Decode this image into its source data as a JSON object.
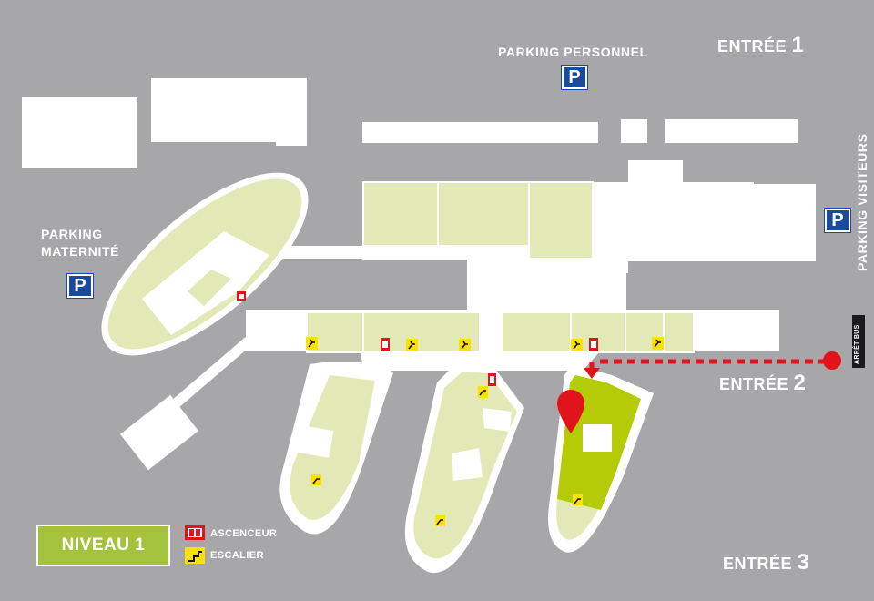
{
  "map": {
    "entrances": [
      {
        "word": "ENTRÉE",
        "number": "1"
      },
      {
        "word": "ENTRÉE",
        "number": "2"
      },
      {
        "word": "ENTRÉE",
        "number": "3"
      }
    ],
    "parkings": {
      "personnel": "PARKING PERSONNEL",
      "maternite_line1": "PARKING",
      "maternite_line2": "MATERNITÉ",
      "visiteurs": "PARKING VISITEURS"
    },
    "parking_symbol": "P",
    "bus_stop": "ARRÊT BUS",
    "level": "NIVEAU 1",
    "legend": {
      "elevator_label": "ASCENCEUR",
      "stairs_label": "ESCALIER",
      "elevator_icon": "elevator-icon",
      "stairs_icon": "stairs-icon"
    },
    "colors": {
      "background": "#a7a7a9",
      "building": "#ffffff",
      "zone_light": "#e3e9b6",
      "zone_highlight": "#b5cb08",
      "route": "#e1131b",
      "parking_blue": "#1a4a9e",
      "level_badge": "#a4c23b"
    }
  }
}
